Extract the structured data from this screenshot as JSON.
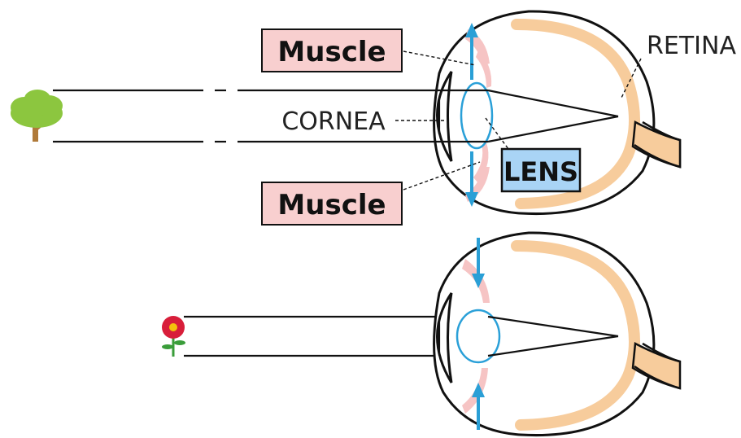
{
  "labels": {
    "muscle_top": "Muscle",
    "muscle_bottom": "Muscle",
    "cornea": "CORNEA",
    "lens": "LENS",
    "retina": "RETINA"
  },
  "colors": {
    "muscle_label_fill": "#f8cfcf",
    "lens_label_fill": "#a9d4f5",
    "retina": "#f7cc9c",
    "lens_outline": "#2aa0d8",
    "arrow": "#2a9fd6",
    "tree_foliage": "#8cc63f",
    "tree_trunk": "#b07a3a",
    "flower_petals": "#d81e3a",
    "flower_center": "#f4c20d",
    "flower_stem": "#3a9d3a"
  },
  "scenes": [
    {
      "object": "tree-icon",
      "lens_state": "thin",
      "muscle_arrows": "outward"
    },
    {
      "object": "flower-icon",
      "lens_state": "fat",
      "muscle_arrows": "inward"
    }
  ]
}
